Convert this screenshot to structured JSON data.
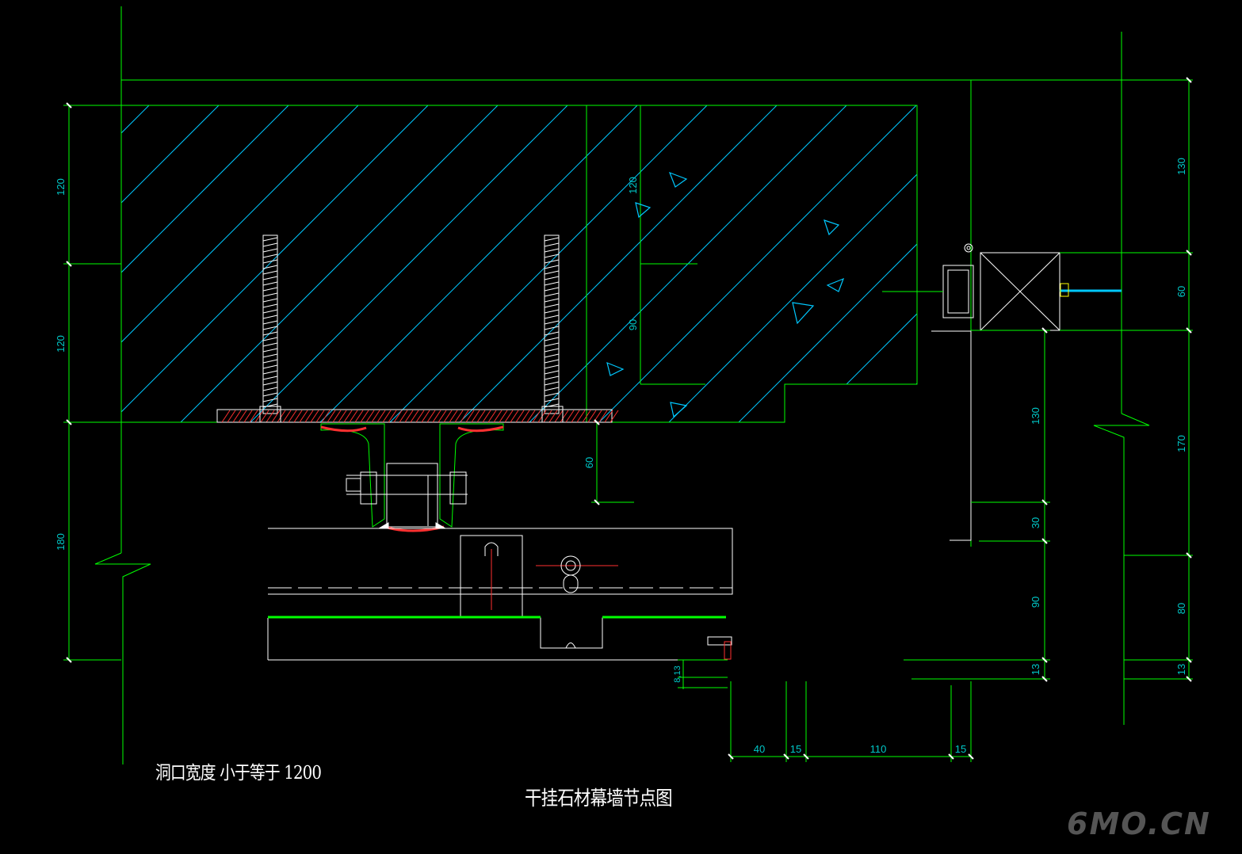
{
  "drawing": {
    "note_opening": "洞口宽度 小于等于 1200",
    "title": "干挂石材幕墙节点图",
    "watermark": "6MO.CN"
  },
  "dimensions": {
    "left": [
      "120",
      "120",
      "180"
    ],
    "inner_120": "120",
    "inner_90": "90",
    "bracket_60": "60",
    "right_outer": [
      "130",
      "60",
      "170",
      "80",
      "13"
    ],
    "right_inner": [
      "130",
      "30",
      "90",
      "13"
    ],
    "bottom": [
      "40",
      "15",
      "110",
      "15"
    ],
    "small": "8,13"
  },
  "colors": {
    "line": "#00ff00",
    "hatch": "#00c8ff",
    "outline": "#ffffff",
    "steel": "#ff3030",
    "dim_text": "#00c8c8",
    "background": "#000000"
  }
}
